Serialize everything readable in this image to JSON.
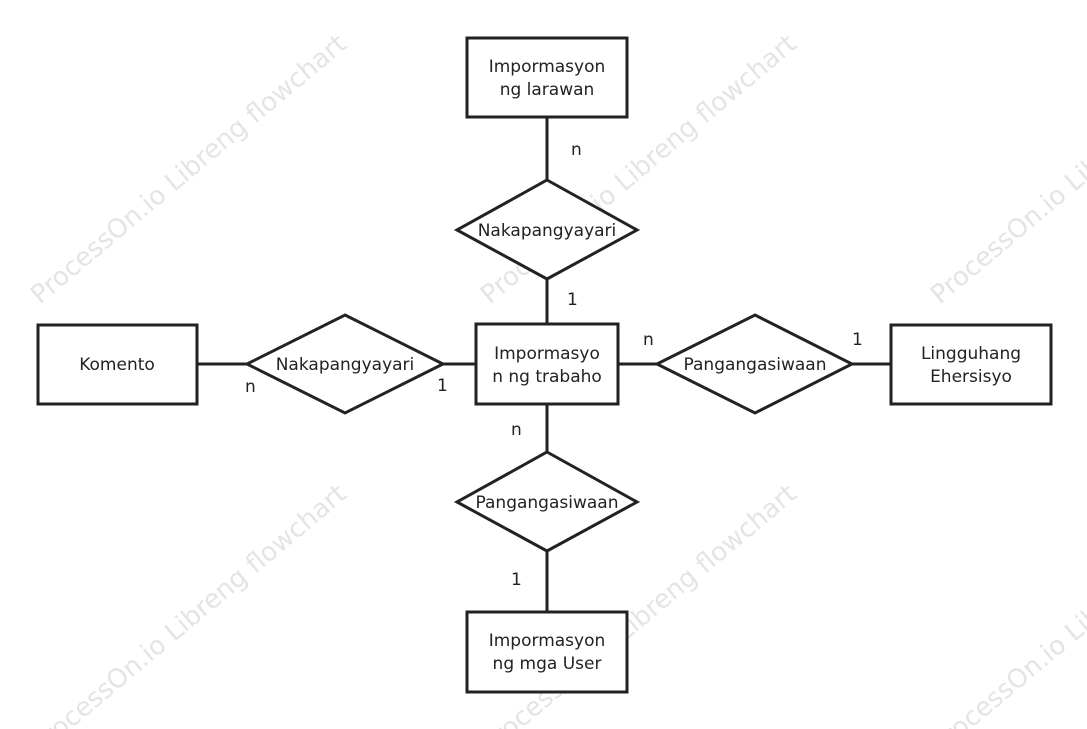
{
  "watermark": "ProcessOn.io Libreng flowchart",
  "colors": {
    "stroke": "#222222",
    "text": "#222222",
    "background": "#ffffff",
    "watermark": "#cfcfcf"
  },
  "entities": {
    "top": [
      "Impormasyon",
      "ng larawan"
    ],
    "center": [
      "Impormasyo",
      "n ng trabaho"
    ],
    "left": [
      "Komento"
    ],
    "right": [
      "Lingguhang",
      "Ehersisyo"
    ],
    "bottom": [
      "Impormasyon",
      "ng mga User"
    ]
  },
  "relationships": {
    "top": "Nakapangyayari",
    "left": "Nakapangyayari",
    "right": "Pangangasiwaan",
    "bottom": "Pangangasiwaan"
  },
  "cardinalities": {
    "top_upper": "n",
    "top_lower": "1",
    "left_outer": "n",
    "left_inner": "1",
    "right_inner": "n",
    "right_outer": "1",
    "bottom_upper": "n",
    "bottom_lower": "1"
  }
}
